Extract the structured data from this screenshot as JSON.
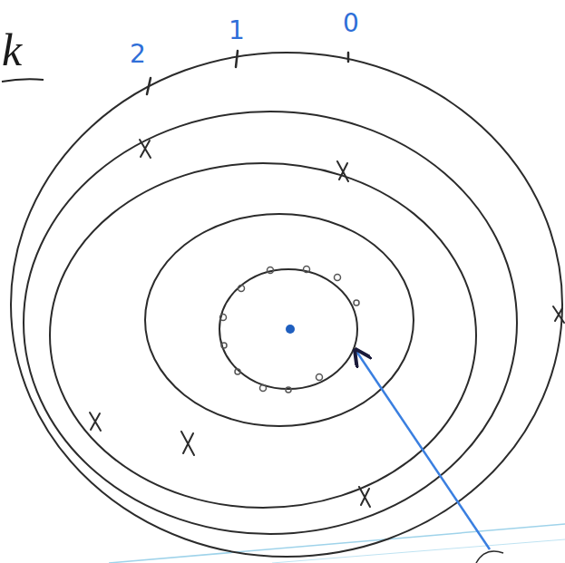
{
  "diagram": {
    "labels": [
      "k",
      "2",
      "1",
      "0"
    ]
  }
}
